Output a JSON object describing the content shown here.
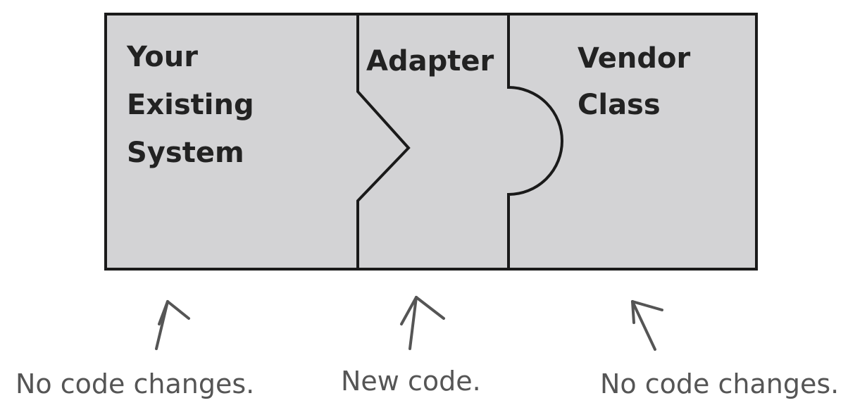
{
  "colors": {
    "box_fill": "#d3d3d5",
    "outline": "#1a1a1a",
    "box_text": "#222222",
    "note_text": "#555555"
  },
  "blocks": {
    "existing": {
      "lines": [
        "Your",
        "Existing",
        "System"
      ]
    },
    "adapter": {
      "lines": [
        "Adapter"
      ]
    },
    "vendor": {
      "lines": [
        "Vendor",
        "Class"
      ]
    }
  },
  "notes": {
    "existing": "No code changes.",
    "adapter": "New code.",
    "vendor": "No code changes."
  },
  "icons": {
    "existing_arrow": "arrow-up-icon",
    "adapter_arrow": "arrow-up-icon",
    "vendor_arrow": "arrow-up-icon"
  }
}
